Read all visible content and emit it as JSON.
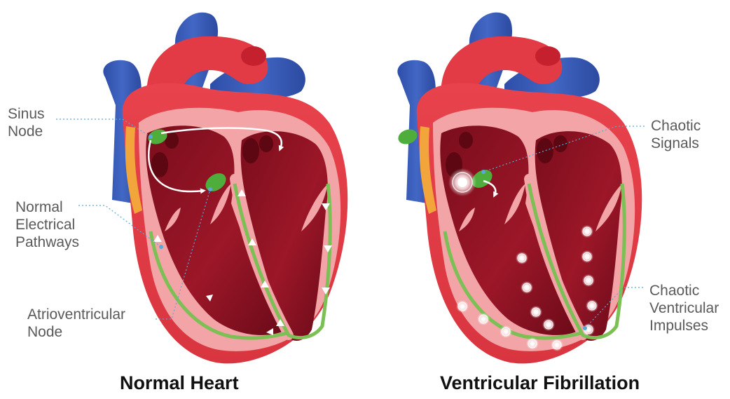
{
  "diagram": {
    "left_panel": {
      "caption": "Normal Heart",
      "labels": {
        "sinus_node": [
          "Sinus",
          "Node"
        ],
        "normal_pathways": [
          "Normal",
          "Electrical",
          "Pathways"
        ],
        "av_node": [
          "Atrioventricular",
          "Node"
        ]
      }
    },
    "right_panel": {
      "caption": "Ventricular Fibrillation",
      "labels": {
        "chaotic_signals": [
          "Chaotic",
          "Signals"
        ],
        "chaotic_impulses": [
          "Chaotic",
          "Ventricular",
          "Impulses"
        ]
      }
    },
    "colors": {
      "heart_red": "#e03a44",
      "heart_dark": "#a51d2a",
      "chamber": "#8e1222",
      "wall_pink": "#f2a4a6",
      "vein_blue": "#3558b5",
      "node_green": "#4fae3b",
      "pathway_green": "#7cbf55",
      "leader_blue": "#5aa9d6",
      "sa_orange": "#f2a53a"
    }
  }
}
